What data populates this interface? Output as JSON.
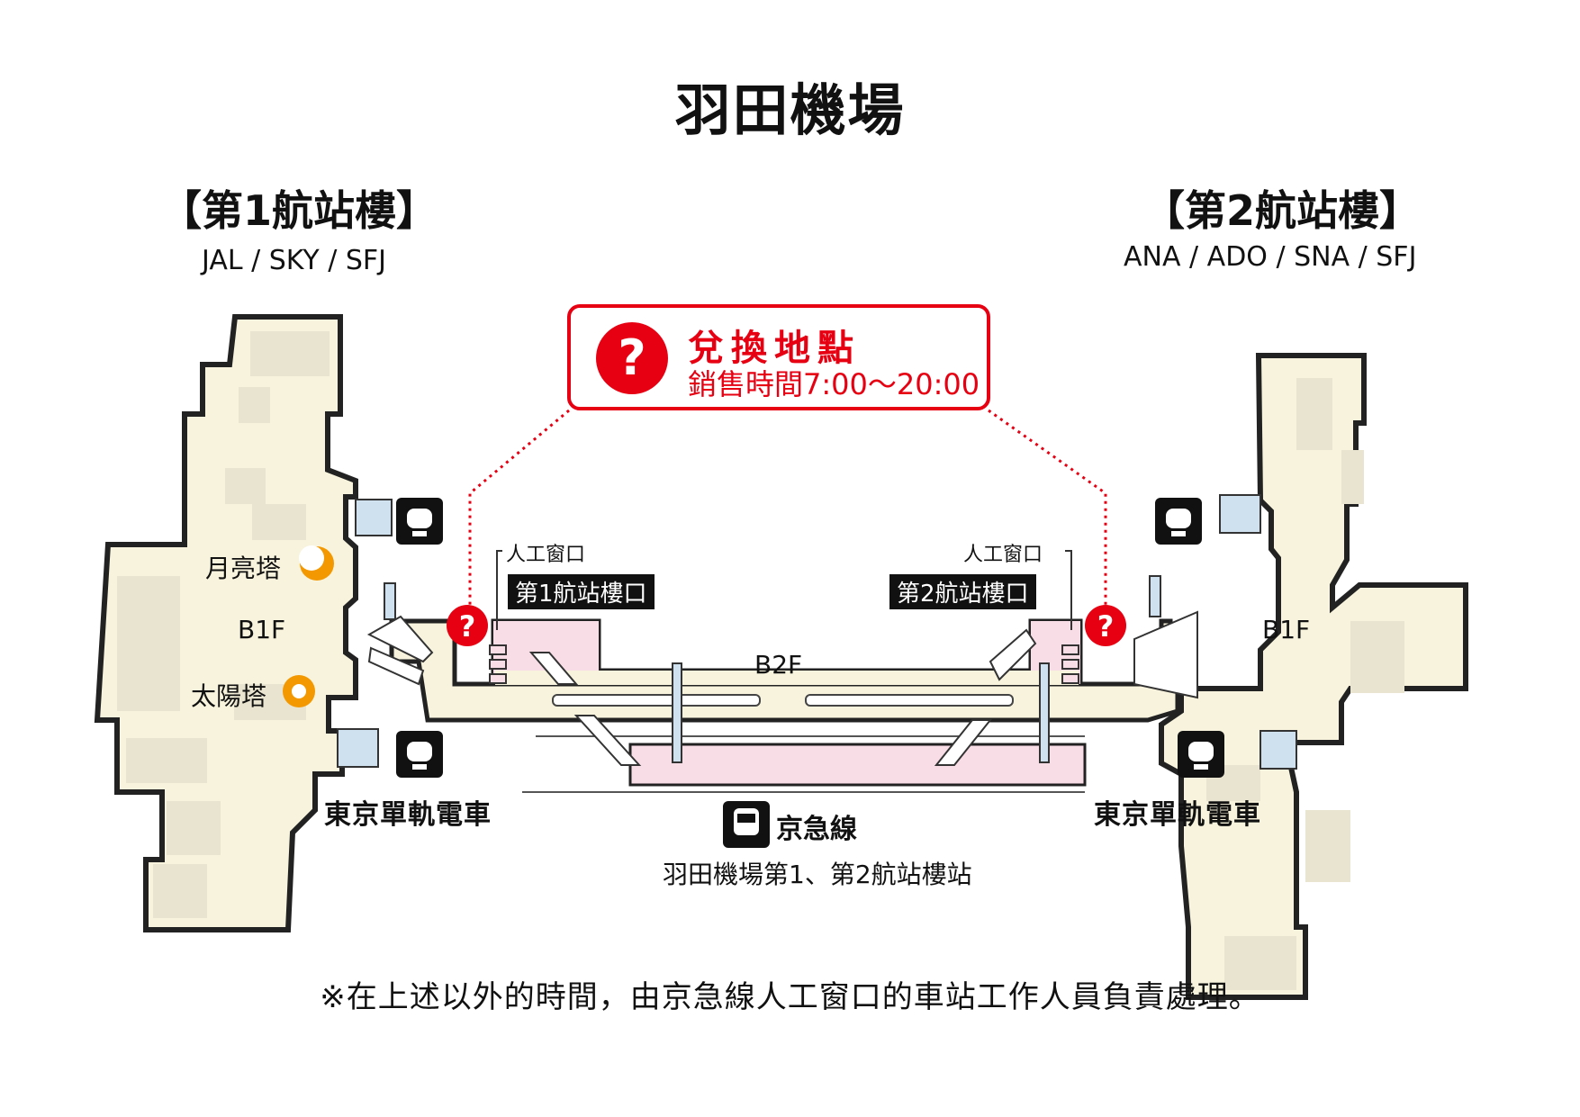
{
  "title": "羽田機場",
  "terminal1": {
    "name": "【第1航站樓】",
    "airlines": "JAL / SKY / SFJ",
    "floor": "B1F",
    "tower_moon": "月亮塔",
    "tower_sun": "太陽塔",
    "monorail": "東京單軌電車"
  },
  "terminal2": {
    "name": "【第2航站樓】",
    "airlines": "ANA / ADO / SNA / SFJ",
    "floor": "B1F",
    "monorail": "東京單軌電車"
  },
  "exchange": {
    "icon": "?",
    "title": "兌換地點",
    "hours": "銷售時間7:00〜20:00"
  },
  "station": {
    "floor": "B2F",
    "gate1": "第1航站樓口",
    "gate2": "第2航站樓口",
    "window_left": "人工窗口",
    "window_right": "人工窗口",
    "line": "京急線",
    "name": "羽田機場第1、第2航站樓站"
  },
  "note": "※在上述以外的時間，由京急線人工窗口的車站工作人員負責處理。",
  "colors": {
    "floor_fill": "#f7f3dc",
    "room_fill": "#e8e4cf",
    "platform_fill": "#f8dce6",
    "glass": "#cfe1ee",
    "accent_red": "#e60012",
    "sun_orange": "#f39800"
  }
}
